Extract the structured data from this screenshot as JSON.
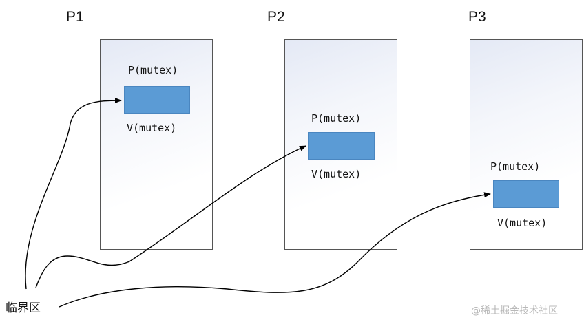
{
  "processes": [
    {
      "title": "P1",
      "p_op": "P(mutex)",
      "v_op": "V(mutex)"
    },
    {
      "title": "P2",
      "p_op": "P(mutex)",
      "v_op": "V(mutex)"
    },
    {
      "title": "P3",
      "p_op": "P(mutex)",
      "v_op": "V(mutex)"
    }
  ],
  "critical_section_label": "临界区",
  "watermark": "@稀土掘金技术社区",
  "colors": {
    "critical_block": "#5b9bd5",
    "box_border": "#555555",
    "arrow": "#000000"
  }
}
